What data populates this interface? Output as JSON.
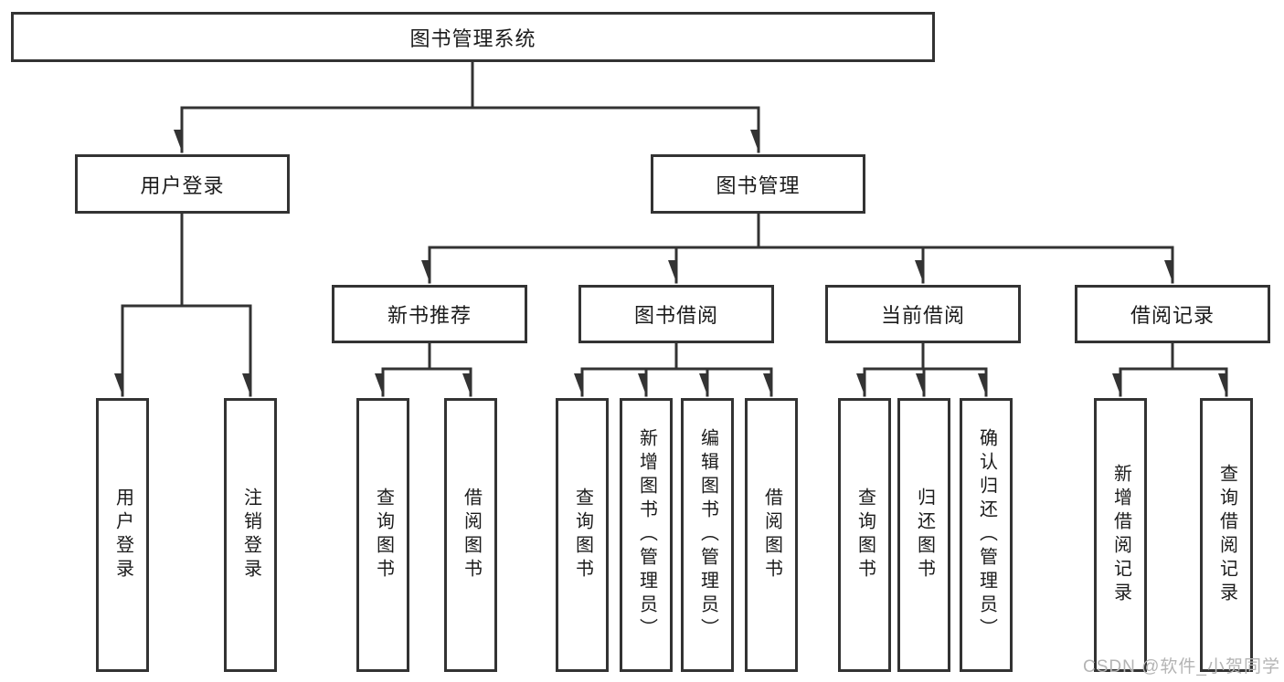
{
  "colors": {
    "line": "#333333",
    "text": "#1b1b1b",
    "watermark": "#b4b4b4",
    "background": "#ffffff"
  },
  "tree": {
    "root": {
      "label": "图书管理系统",
      "children": [
        {
          "label": "用户登录",
          "children": [
            {
              "label": "用户登录"
            },
            {
              "label": "注销登录"
            }
          ]
        },
        {
          "label": "图书管理",
          "children": [
            {
              "label": "新书推荐",
              "children": [
                {
                  "label": "查询图书"
                },
                {
                  "label": "借阅图书"
                }
              ]
            },
            {
              "label": "图书借阅",
              "children": [
                {
                  "label": "查询图书"
                },
                {
                  "label": "新增图书（管理员）"
                },
                {
                  "label": "编辑图书（管理员）"
                },
                {
                  "label": "借阅图书"
                }
              ]
            },
            {
              "label": "当前借阅",
              "children": [
                {
                  "label": "查询图书"
                },
                {
                  "label": "归还图书"
                },
                {
                  "label": "确认归还（管理员）"
                }
              ]
            },
            {
              "label": "借阅记录",
              "children": [
                {
                  "label": "新增借阅记录"
                },
                {
                  "label": "查询借阅记录"
                }
              ]
            }
          ]
        }
      ]
    }
  },
  "watermark": {
    "text": "CSDN @软件_小贺同学"
  }
}
